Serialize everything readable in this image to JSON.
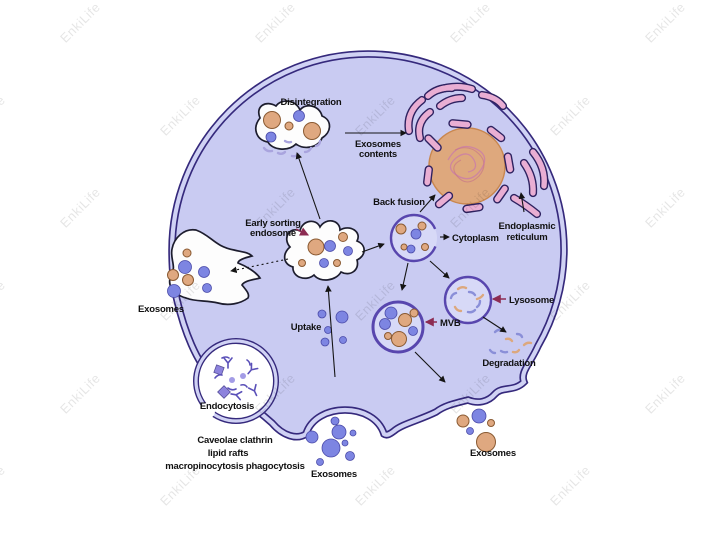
{
  "title": "Exosome uptake and intracellular trafficking diagram",
  "watermark": {
    "text": "EnkiLife"
  },
  "labels": {
    "disintegration": "Disintegration",
    "exosomes_contents_line1": "Exosomes",
    "exosomes_contents_line2": "contents",
    "back_fusion": "Back fusion",
    "cytoplasm": "Cytoplasm",
    "endoplasmic_line1": "Endoplasmic",
    "endoplasmic_line2": "reticulum",
    "early_sorting_line1": "Early sorting",
    "early_sorting_line2": "endosome",
    "exosomes_left": "Exosomes",
    "uptake": "Uptake",
    "mvb": "MVB",
    "lysosome": "Lysosome",
    "degradation": "Degradation",
    "endocytosis": "Endocytosis",
    "entry_routes_line1": "Caveolae clathrin",
    "entry_routes_line2": "lipid rafts",
    "entry_routes_line3": "macropinocytosis phagocytosis",
    "exosomes_bottom": "Exosomes",
    "exosomes_right": "Exosomes"
  },
  "colors": {
    "membrane_dark": "#35297c",
    "membrane_band": "#d0d2f4",
    "cell_fill": "#c9cbf2",
    "exosome_blue": "#7d85e2",
    "exosome_orange": "#dfa880",
    "er_pink": "#e9aed3",
    "er_outline": "#2e2260",
    "nucleus_fill": "#dea87d",
    "nucleus_outline": "#c9874f",
    "chromatin_pink": "#cb7fa6",
    "vesicle_outline": "#5846ae",
    "vesicle_fill": "#d7d9f7",
    "crescent_purple": "#a9a4de",
    "pointer_maroon": "#8c2b52",
    "arrow_black": "#151515",
    "endocytosis_purple": "#8d83dd"
  }
}
